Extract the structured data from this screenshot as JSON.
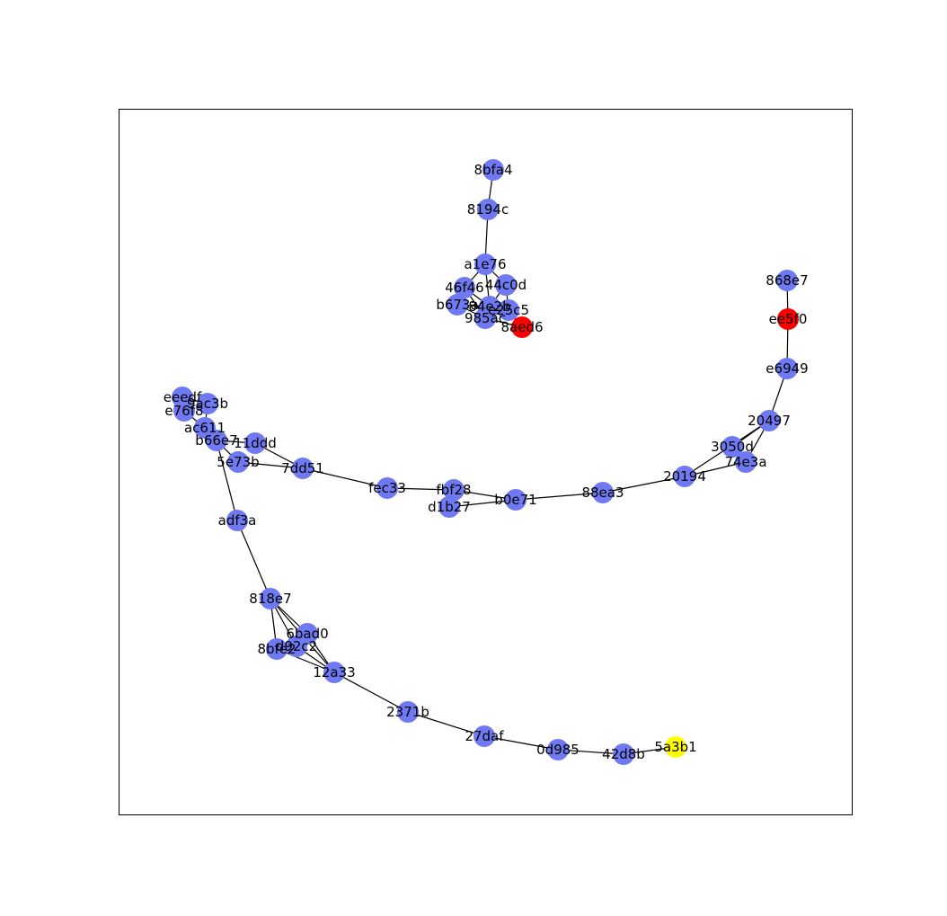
{
  "colors": {
    "default_node": "#6f79f2",
    "red_node": "#ff0000",
    "yellow_node": "#ffff00",
    "edge": "#000000",
    "frame": "#000000"
  },
  "nodes": [
    {
      "id": "8bfa4",
      "color": "default"
    },
    {
      "id": "8194c",
      "color": "default"
    },
    {
      "id": "a1e76",
      "color": "default"
    },
    {
      "id": "46f46",
      "color": "default"
    },
    {
      "id": "44c0d",
      "color": "default"
    },
    {
      "id": "b673a",
      "color": "default"
    },
    {
      "id": "84e2b",
      "color": "default"
    },
    {
      "id": "e25c5",
      "color": "default"
    },
    {
      "id": "985ac",
      "color": "default"
    },
    {
      "id": "8aed6",
      "color": "red"
    },
    {
      "id": "868e7",
      "color": "default"
    },
    {
      "id": "ee5f0",
      "color": "red"
    },
    {
      "id": "e6949",
      "color": "default"
    },
    {
      "id": "20497",
      "color": "default"
    },
    {
      "id": "3050d",
      "color": "default"
    },
    {
      "id": "74e3a",
      "color": "default"
    },
    {
      "id": "20194",
      "color": "default"
    },
    {
      "id": "88ea3",
      "color": "default"
    },
    {
      "id": "b0e71",
      "color": "default"
    },
    {
      "id": "fbf28",
      "color": "default"
    },
    {
      "id": "d1b27",
      "color": "default"
    },
    {
      "id": "fec33",
      "color": "default"
    },
    {
      "id": "7dd51",
      "color": "default"
    },
    {
      "id": "11ddd",
      "color": "default"
    },
    {
      "id": "5e73b",
      "color": "default"
    },
    {
      "id": "b66e7",
      "color": "default"
    },
    {
      "id": "ac611",
      "color": "default"
    },
    {
      "id": "e76f8",
      "color": "default"
    },
    {
      "id": "eeedf",
      "color": "default"
    },
    {
      "id": "9ac3b",
      "color": "default"
    },
    {
      "id": "adf3a",
      "color": "default"
    },
    {
      "id": "818e7",
      "color": "default"
    },
    {
      "id": "6bad0",
      "color": "default"
    },
    {
      "id": "d92c2",
      "color": "default"
    },
    {
      "id": "8bfe2",
      "color": "default"
    },
    {
      "id": "12a33",
      "color": "default"
    },
    {
      "id": "2371b",
      "color": "default"
    },
    {
      "id": "27daf",
      "color": "default"
    },
    {
      "id": "0d985",
      "color": "default"
    },
    {
      "id": "42d8b",
      "color": "default"
    },
    {
      "id": "5a3b1",
      "color": "yellow"
    }
  ],
  "edges": [
    [
      "8bfa4",
      "8194c"
    ],
    [
      "8194c",
      "a1e76"
    ],
    [
      "a1e76",
      "46f46"
    ],
    [
      "a1e76",
      "44c0d"
    ],
    [
      "a1e76",
      "84e2b"
    ],
    [
      "46f46",
      "b673a"
    ],
    [
      "46f46",
      "84e2b"
    ],
    [
      "46f46",
      "985ac"
    ],
    [
      "44c0d",
      "84e2b"
    ],
    [
      "44c0d",
      "e25c5"
    ],
    [
      "b673a",
      "84e2b"
    ],
    [
      "b673a",
      "985ac"
    ],
    [
      "84e2b",
      "985ac"
    ],
    [
      "84e2b",
      "e25c5"
    ],
    [
      "985ac",
      "8aed6"
    ],
    [
      "e25c5",
      "8aed6"
    ],
    [
      "868e7",
      "ee5f0"
    ],
    [
      "ee5f0",
      "e6949"
    ],
    [
      "e6949",
      "20497"
    ],
    [
      "20497",
      "3050d"
    ],
    [
      "20497",
      "74e3a"
    ],
    [
      "20497",
      "20194"
    ],
    [
      "3050d",
      "74e3a"
    ],
    [
      "74e3a",
      "20194"
    ],
    [
      "20194",
      "88ea3"
    ],
    [
      "88ea3",
      "b0e71"
    ],
    [
      "b0e71",
      "fbf28"
    ],
    [
      "b0e71",
      "d1b27"
    ],
    [
      "fbf28",
      "d1b27"
    ],
    [
      "fbf28",
      "fec33"
    ],
    [
      "fec33",
      "7dd51"
    ],
    [
      "7dd51",
      "11ddd"
    ],
    [
      "7dd51",
      "5e73b"
    ],
    [
      "11ddd",
      "b66e7"
    ],
    [
      "5e73b",
      "b66e7"
    ],
    [
      "b66e7",
      "ac611"
    ],
    [
      "b66e7",
      "adf3a"
    ],
    [
      "ac611",
      "e76f8"
    ],
    [
      "ac611",
      "9ac3b"
    ],
    [
      "e76f8",
      "eeedf"
    ],
    [
      "eeedf",
      "9ac3b"
    ],
    [
      "adf3a",
      "818e7"
    ],
    [
      "818e7",
      "6bad0"
    ],
    [
      "818e7",
      "d92c2"
    ],
    [
      "818e7",
      "8bfe2"
    ],
    [
      "818e7",
      "12a33"
    ],
    [
      "6bad0",
      "d92c2"
    ],
    [
      "6bad0",
      "12a33"
    ],
    [
      "d92c2",
      "8bfe2"
    ],
    [
      "d92c2",
      "12a33"
    ],
    [
      "8bfe2",
      "12a33"
    ],
    [
      "12a33",
      "2371b"
    ],
    [
      "2371b",
      "27daf"
    ],
    [
      "27daf",
      "0d985"
    ],
    [
      "0d985",
      "42d8b"
    ],
    [
      "42d8b",
      "5a3b1"
    ]
  ]
}
